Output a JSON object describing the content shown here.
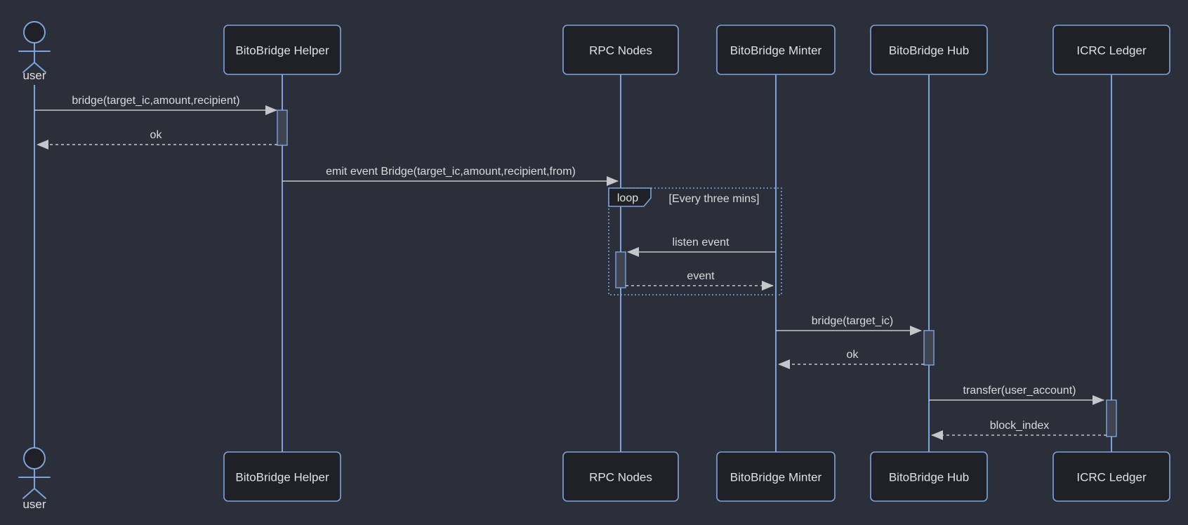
{
  "diagram_type": "sequence-diagram",
  "actor": {
    "label": "user"
  },
  "participants": [
    {
      "name": "BitoBridge Helper"
    },
    {
      "name": "RPC Nodes"
    },
    {
      "name": "BitoBridge Minter"
    },
    {
      "name": "BitoBridge Hub"
    },
    {
      "name": "ICRC Ledger"
    }
  ],
  "messages": [
    {
      "from": "user",
      "to": "BitoBridge Helper",
      "label": "bridge(target_ic,amount,recipient)",
      "line": "solid"
    },
    {
      "from": "BitoBridge Helper",
      "to": "user",
      "label": "ok",
      "line": "dashed"
    },
    {
      "from": "BitoBridge Helper",
      "to": "RPC Nodes",
      "label": "emit event Bridge(target_ic,amount,recipient,from)",
      "line": "solid"
    },
    {
      "from": "BitoBridge Minter",
      "to": "RPC Nodes",
      "label": "listen event",
      "line": "solid"
    },
    {
      "from": "RPC Nodes",
      "to": "BitoBridge Minter",
      "label": "event",
      "line": "dashed"
    },
    {
      "from": "BitoBridge Minter",
      "to": "BitoBridge Hub",
      "label": "bridge(target_ic)",
      "line": "solid"
    },
    {
      "from": "BitoBridge Hub",
      "to": "BitoBridge Minter",
      "label": "ok",
      "line": "dashed"
    },
    {
      "from": "BitoBridge Hub",
      "to": "ICRC Ledger",
      "label": "transfer(user_account)",
      "line": "solid"
    },
    {
      "from": "ICRC Ledger",
      "to": "BitoBridge Hub",
      "label": "block_index",
      "line": "dashed"
    }
  ],
  "loop": {
    "keyword": "loop",
    "condition": "[Every three mins]",
    "over": [
      "RPC Nodes",
      "BitoBridge Minter"
    ]
  },
  "colors": {
    "background": "#2b2f3a",
    "blue": "#7ea3dc",
    "boxFill": "#1f2126",
    "text": "#e0e0e0",
    "msg": "#c4c6ca",
    "msgText": "#d8dadc",
    "activationFill": "#3f4450"
  }
}
